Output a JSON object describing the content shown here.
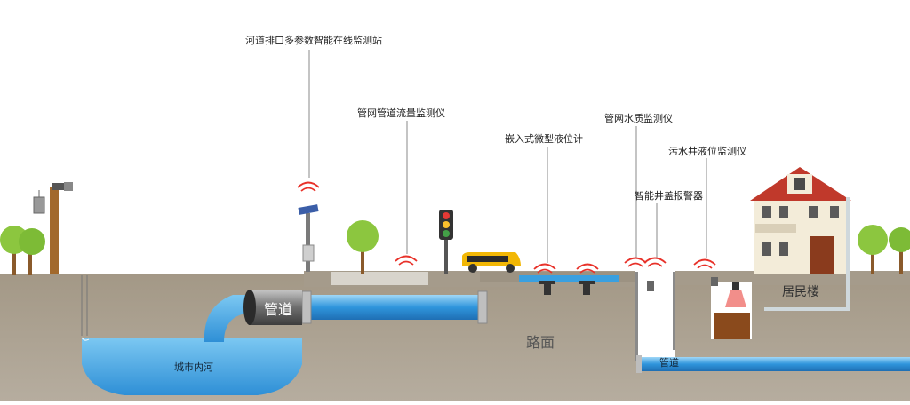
{
  "labels": {
    "river_outfall_station": "河道排口多参数智能在线监测站",
    "pipe_flow_monitor": "管网管道流量监测仪",
    "embedded_level_gauge": "嵌入式微型液位计",
    "pipe_water_quality_monitor": "管网水质监测仪",
    "sewage_well_level_monitor": "污水井液位监测仪",
    "manhole_cover_alarm": "智能井盖报警器",
    "pipe_left": "管道",
    "pipe_right": "管道",
    "road_surface": "路面",
    "city_river": "城市内河",
    "residential_building": "居民楼"
  },
  "colors": {
    "soil": "#a89e8f",
    "water": "#3aa0e0",
    "signal": "#e8322a",
    "roof": "#c0392b",
    "bus": "#f2b705"
  },
  "icons": [
    "wireless-signal-icon",
    "traffic-light-icon",
    "bus-icon",
    "house-icon",
    "tree-icon",
    "solar-panel-icon"
  ]
}
